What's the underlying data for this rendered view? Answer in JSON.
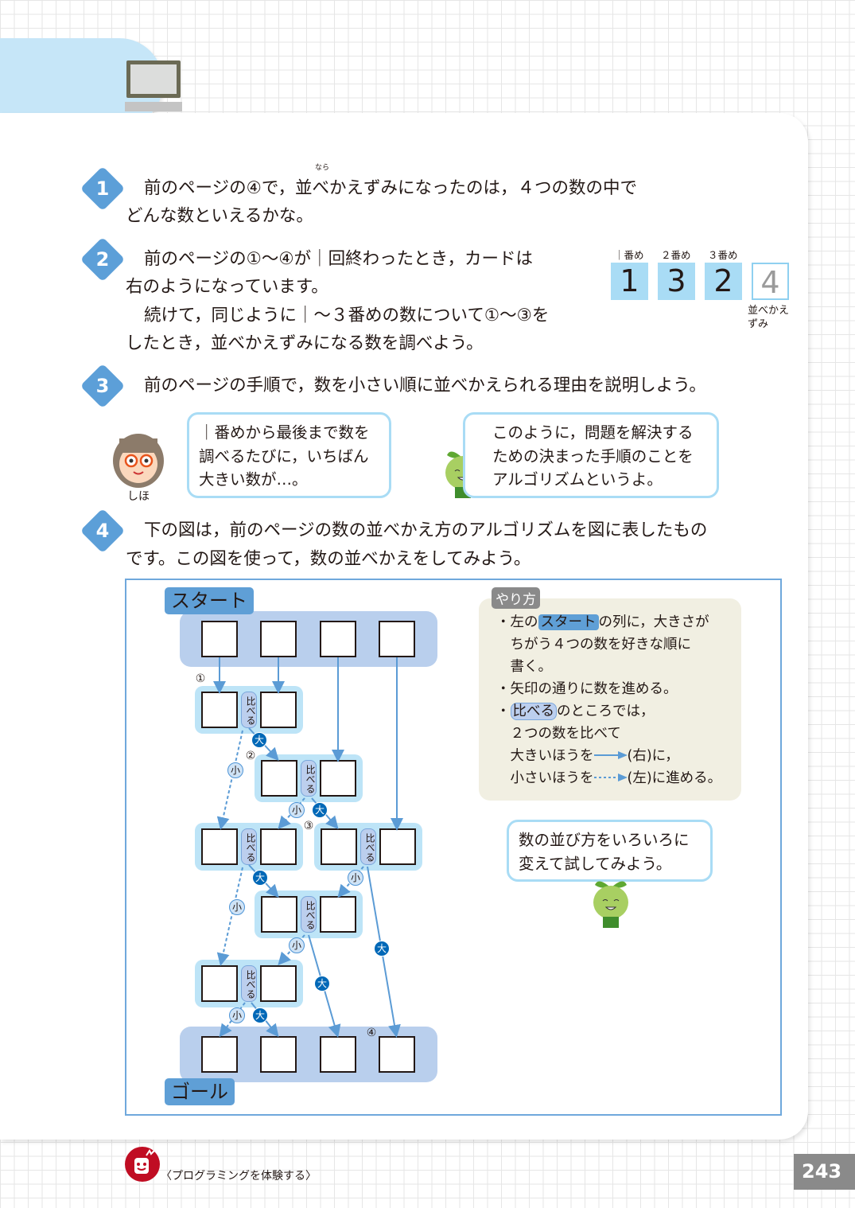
{
  "questions": [
    {
      "number": "1",
      "ruby": "なら",
      "lines": [
        "前のページの④で，並べかえずみになったのは，４つの数の中で",
        "どんな数といえるかな。"
      ]
    },
    {
      "number": "2",
      "lines": [
        "前のページの①～④が｜回終わったとき，カードは",
        "右のようになっています。",
        "続けて，同じように｜～３番めの数について①～③を",
        "したとき，並べかえずみになる数を調べよう。"
      ]
    },
    {
      "number": "3",
      "lines": [
        "前のページの手順で，数を小さい順に並べかえられる理由を説明しよう。"
      ]
    },
    {
      "number": "4",
      "lines": [
        "下の図は，前のページの数の並べかえ方のアルゴリズムを図に表したもの",
        "です。この図を使って，数の並べかえをしてみよう。"
      ]
    }
  ],
  "cards": [
    {
      "label": "｜番め",
      "value": "1"
    },
    {
      "label": "２番め",
      "value": "3"
    },
    {
      "label": "３番め",
      "value": "2"
    },
    {
      "label": "",
      "value": "4",
      "note": "並べかえずみ"
    }
  ],
  "speech": {
    "shiho_name": "しほ",
    "shiho": "｜番めから最後まで数を\n調べるたびに，いちばん\n大きい数が…。",
    "mascot": "このように，問題を解決する\nための決まった手順のことを\nアルゴリズムというよ。",
    "mascot2": "数の並び方をいろいろに\n変えて試してみよう。"
  },
  "diagram": {
    "start": "スタート",
    "goal": "ゴール",
    "compare": "比べる",
    "big": "大",
    "small": "小",
    "steps": [
      "①",
      "②",
      "③",
      "④"
    ]
  },
  "howto": {
    "title": "やり方",
    "b1a": "・左の",
    "b1hl": "スタート",
    "b1b": "の列に，大きさが\n　ちがう４つの数を好きな順に\n　書く。\n・矢印の通りに数を進める。\n・",
    "b3hl": "比べる",
    "b3b": "のところでは，\n　２つの数を比べて\n　大きいほうを",
    "right": "(右)に，",
    "small_pre": "\n　小さいほうを",
    "left": "(左)に進める。"
  },
  "footer": {
    "caption": "〈プログラミングを体験する〉",
    "page": "243"
  }
}
